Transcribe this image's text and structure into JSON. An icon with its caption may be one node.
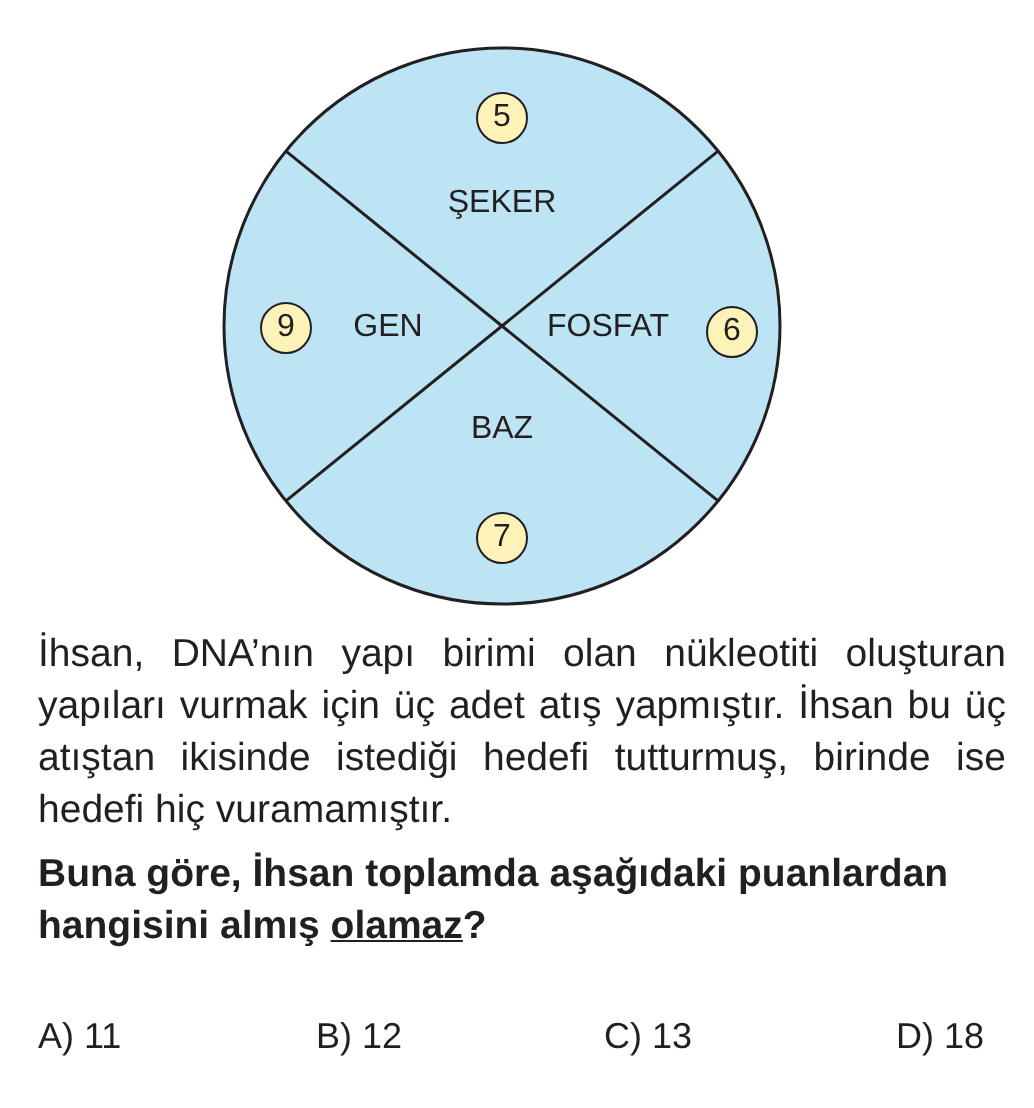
{
  "diagram": {
    "nodes": [
      {
        "text": [],
        "shape": "circle"
      },
      {
        "text": [
          "ŞEKER"
        ],
        "in": 0
      },
      {
        "text": [
          "GEN"
        ],
        "in": 0
      },
      {
        "text": [
          "FOSFAT"
        ],
        "in": 0
      },
      {
        "text": [
          "BAZ"
        ],
        "in": 0
      },
      {
        "text": [
          "5"
        ],
        "in": 0
      },
      {
        "text": [
          "9"
        ],
        "in": 0
      },
      {
        "text": [
          "6"
        ],
        "in": 0
      },
      {
        "text": [
          "7"
        ],
        "in": 0
      }
    ],
    "labels": [
      "İhsan, DNA’nın yapı birimi olan nükleotiti oluşturan yapıları vurmak için üç adet atış yapmıştır. İhsan bu üç atıştan ikisinde istediği hedefi tutturmuş, birinde ise hedefi hiç vuramamıştır.",
      "Buna göre, İhsan toplamda aşağıdaki puanlardan hangisini almış olamaz?",
      "A) 11",
      "B) 12",
      "C) 13",
      "D) 18"
    ]
  }
}
